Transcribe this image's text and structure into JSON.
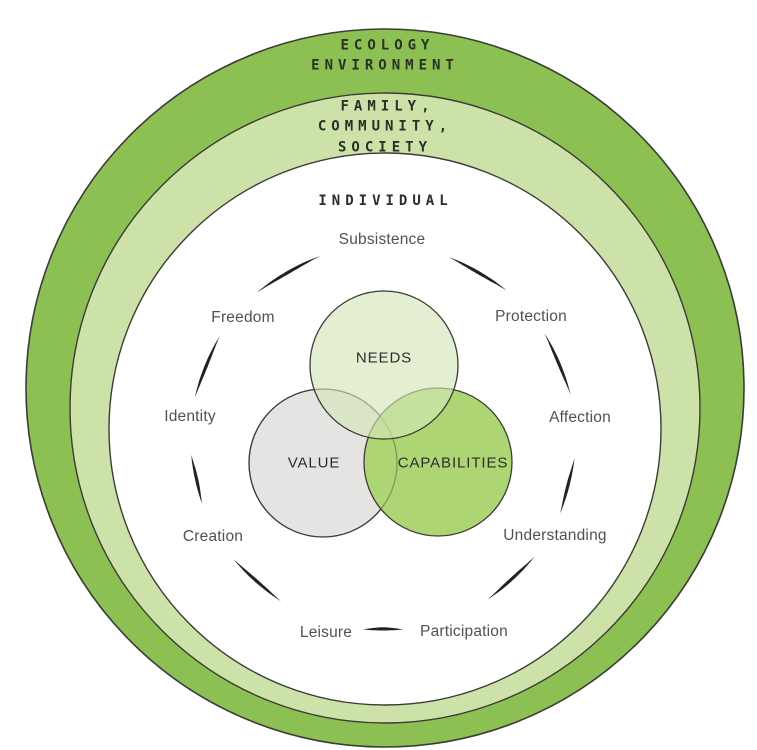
{
  "diagram": {
    "title_rings": {
      "outer": "ECOLOGY\nENVIRONMENT",
      "middle": "FAMILY,\nCOMMUNITY,\nSOCIETY",
      "inner": "INDIVIDUAL"
    },
    "venn": {
      "top": "NEEDS",
      "left": "VALUE",
      "right": "CAPABILITIES"
    },
    "needs_labels": [
      "Subsistence",
      "Protection",
      "Affection",
      "Understanding",
      "Participation",
      "Leisure",
      "Creation",
      "Identity",
      "Freedom"
    ],
    "colors": {
      "outer_ring": "#8cc052",
      "middle_ring": "#cde2a9",
      "inner_circle": "#ffffff",
      "needs_circle": "#e4efd2",
      "value_circle": "#e5e4e2",
      "capabilities_circle": "#aed573",
      "outline": "#3c3c36",
      "arc": "#222222",
      "label_text": "#515153",
      "ring_text": "#2d2e27"
    }
  }
}
